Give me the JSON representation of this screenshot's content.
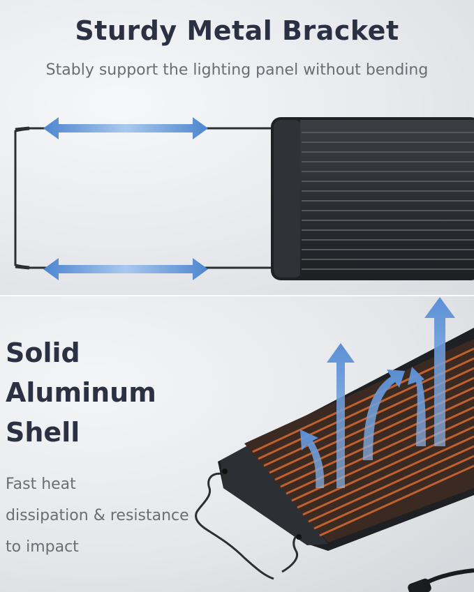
{
  "top": {
    "title": "Sturdy Metal Bracket",
    "subtitle": "Stably support the lighting panel without bending"
  },
  "bottom": {
    "title_lines": [
      "Solid",
      "Aluminum",
      "Shell"
    ],
    "subtitle_lines": [
      "Fast heat",
      "dissipation & resistance",
      "to impact"
    ]
  },
  "colors": {
    "heading": "#2b3142",
    "body_text": "#6a6d73",
    "arrow_blue": "#6f9fd8",
    "panel_dark": "#2a2d31",
    "copper_stripe": "#b8582b"
  },
  "icons": [
    "double-arrow-icon",
    "heat-arrow-icon"
  ]
}
